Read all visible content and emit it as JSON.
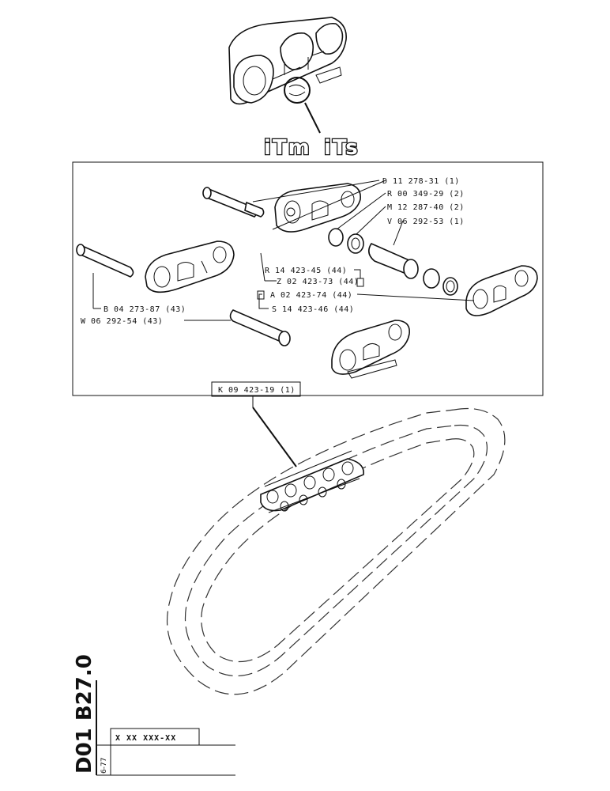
{
  "brand": {
    "left": "iTm",
    "right": "iTs"
  },
  "parts": [
    {
      "id": "D",
      "text": "D 11 278-31 (1)"
    },
    {
      "id": "R00",
      "text": "R 00 349-29 (2)"
    },
    {
      "id": "M",
      "text": "M 12 287-40 (2)"
    },
    {
      "id": "V",
      "text": "V 06 292-53 (1)"
    },
    {
      "id": "R14",
      "text": "R 14 423-45 (44)"
    },
    {
      "id": "Z",
      "text": "Z 02 423-73 (44)"
    },
    {
      "id": "A",
      "text": "A 02 423-74 (44)"
    },
    {
      "id": "S",
      "text": "S 14 423-46 (44)"
    },
    {
      "id": "B",
      "text": "B 04 273-87 (43)"
    },
    {
      "id": "W",
      "text": "W 06 292-54 (43)"
    }
  ],
  "assembly": {
    "text": "K 09 423-19 (1)"
  },
  "footer": {
    "code": "D01 B27.0",
    "date": "6-77",
    "serial": "X XX XXX-XX"
  }
}
